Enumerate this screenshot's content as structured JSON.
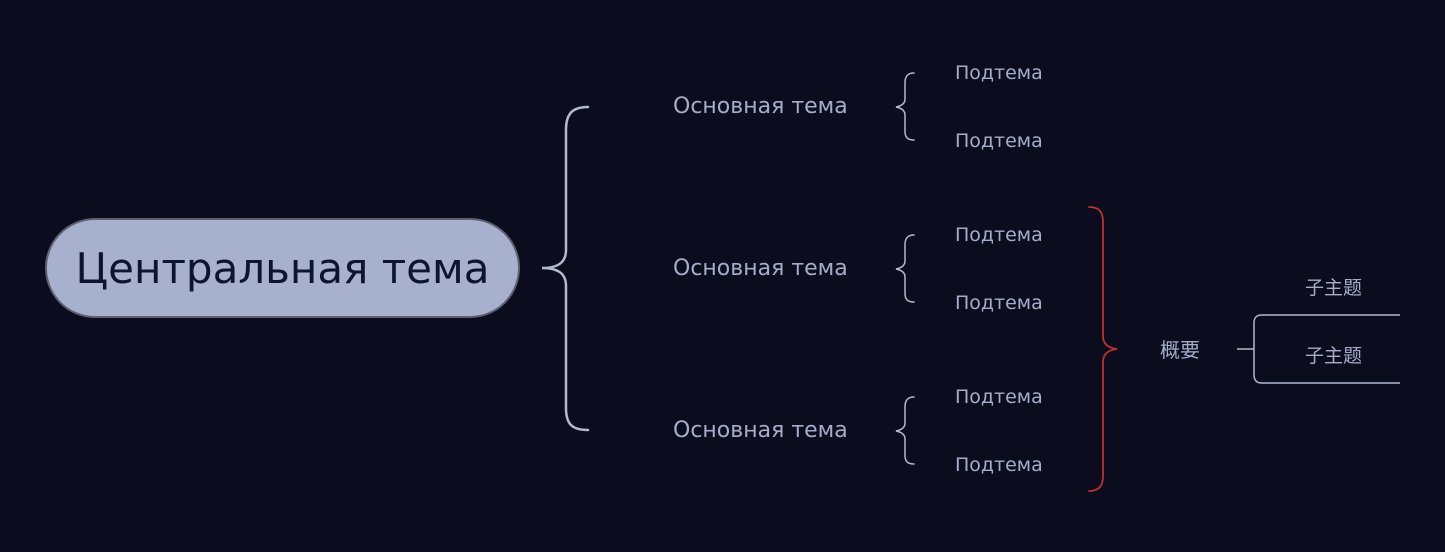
{
  "central_topic": {
    "label": "Центральная тема"
  },
  "main_topics": [
    {
      "label": "Основная тема",
      "subtopics": [
        "Подтема",
        "Подтема"
      ]
    },
    {
      "label": "Основная тема",
      "subtopics": [
        "Подтема",
        "Подтема"
      ]
    },
    {
      "label": "Основная тема",
      "subtopics": [
        "Подтема",
        "Подтема"
      ]
    }
  ],
  "summary": {
    "label": "概要",
    "children": [
      "子主题",
      "子主题"
    ]
  },
  "colors": {
    "background": "#0b0d1f",
    "central_fill": "#a7b0cc",
    "central_border": "#5f6170",
    "central_text": "#0e1330",
    "topic_text": "#a6adc8",
    "connector": "#b3b9d1",
    "summary_brace": "#c0302c"
  }
}
